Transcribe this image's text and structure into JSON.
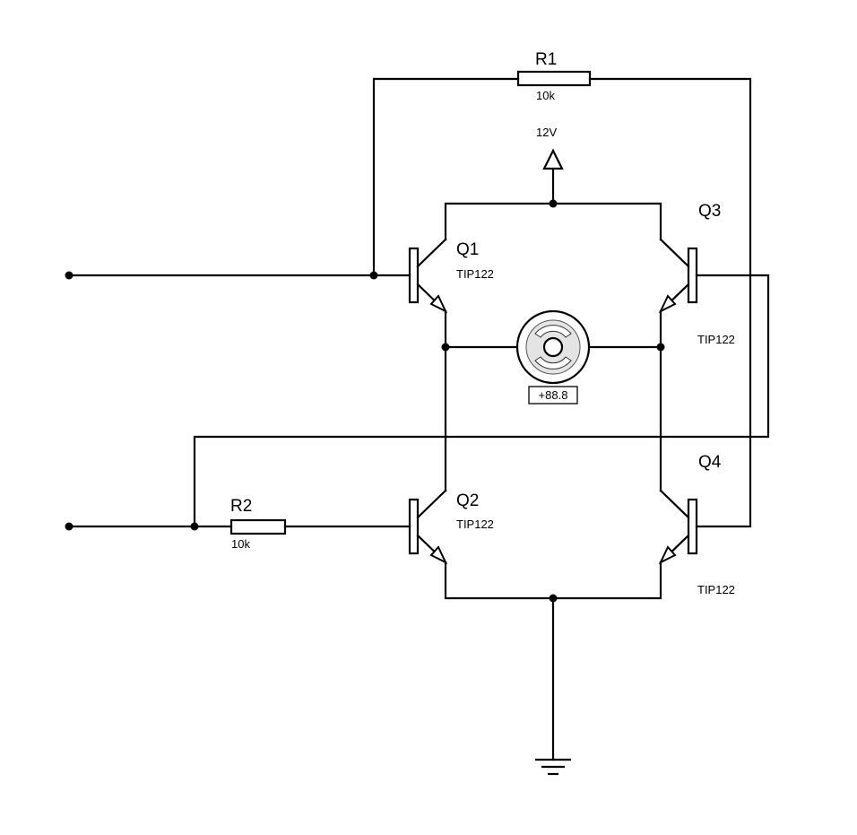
{
  "components": {
    "r1": {
      "name": "R1",
      "value": "10k"
    },
    "r2": {
      "name": "R2",
      "value": "10k"
    },
    "supply": {
      "label": "12V"
    },
    "q1": {
      "name": "Q1",
      "part": "TIP122"
    },
    "q2": {
      "name": "Q2",
      "part": "TIP122"
    },
    "q3": {
      "name": "Q3",
      "part": "TIP122"
    },
    "q4": {
      "name": "Q4",
      "part": "TIP122"
    },
    "motor": {
      "readout": "+88.8"
    }
  },
  "icons": {
    "supply": "power-arrow-icon",
    "ground": "ground-icon",
    "motor": "dc-motor-icon"
  }
}
